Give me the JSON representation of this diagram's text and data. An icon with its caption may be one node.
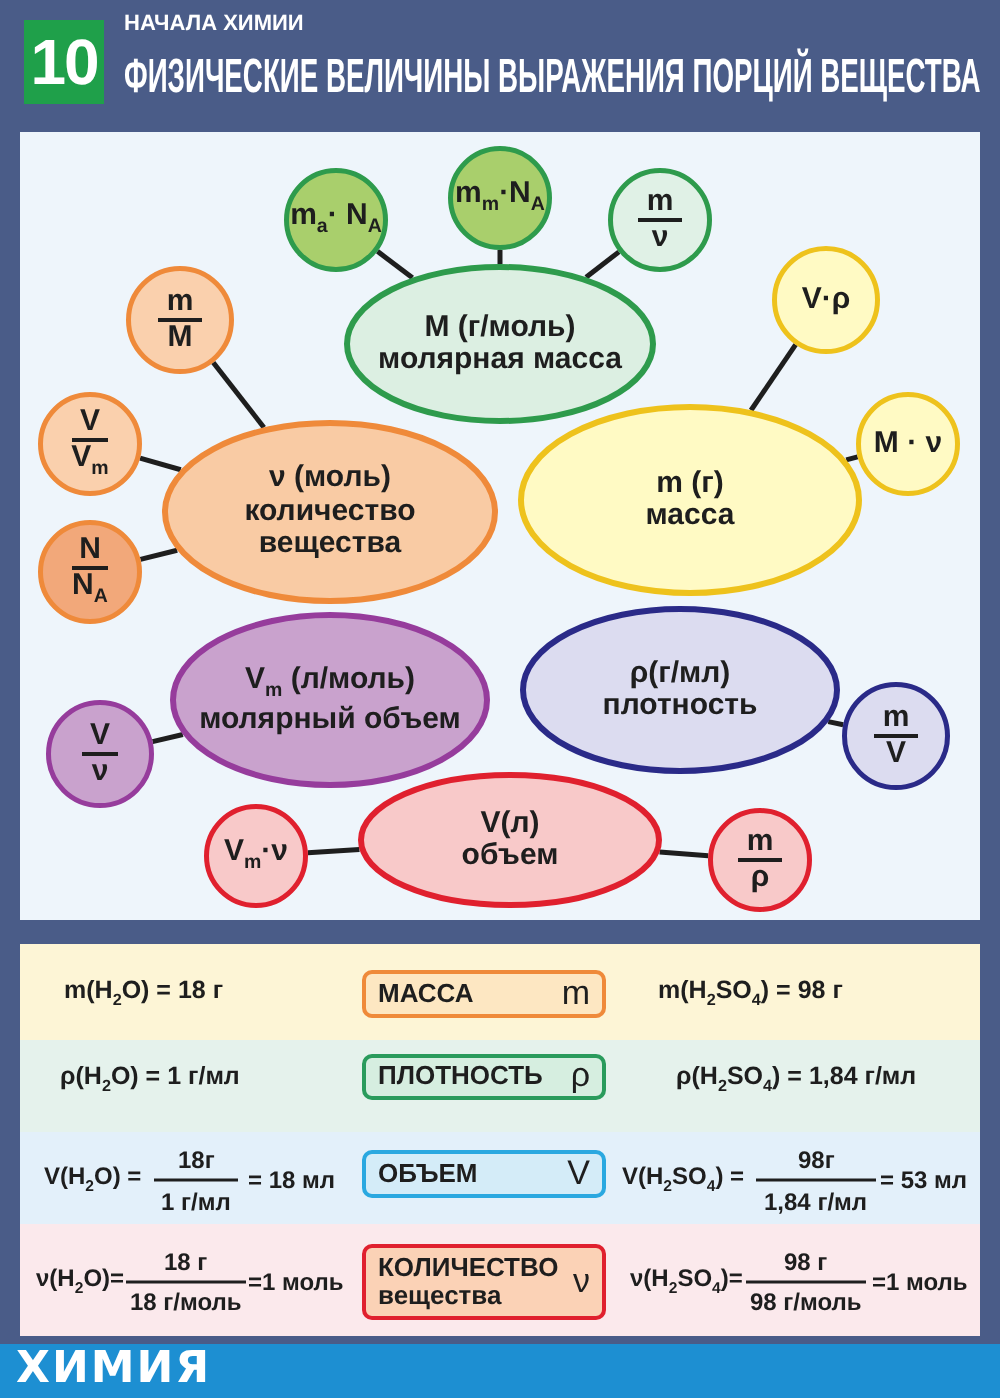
{
  "diagram": {
    "title": "ФИЗИЧЕСКИЕ ВЕЛИЧИНЫ ВЫРАЖЕНИЯ ПОРЦИЙ ВЕЩЕСТВА",
    "nodes": [
      {
        "text": [
          "m$_{a}$· N$_{A}$"
        ]
      },
      {
        "text": [
          "m$_{m}$·N$_{A}$"
        ]
      },
      {
        "text": [
          "m",
          "ν"
        ]
      },
      {
        "text": [
          "M (г/моль)",
          "молярная масса"
        ]
      },
      {
        "text": [
          "m",
          "M"
        ]
      },
      {
        "text": [
          "V·ρ"
        ]
      },
      {
        "text": [
          "V",
          "V$_{m}$"
        ]
      },
      {
        "text": [
          "ν  (моль)",
          "количество вещества"
        ]
      },
      {
        "text": [
          "M · ν"
        ]
      },
      {
        "text": [
          "m (г)",
          "масса"
        ]
      },
      {
        "text": [
          "N",
          "N$_{A}$"
        ]
      },
      {
        "text": [
          "V$_{m}$ (л/моль)",
          "молярный объем"
        ]
      },
      {
        "text": [
          "ρ(г/мл)",
          "плотность"
        ]
      },
      {
        "text": [
          "V",
          "ν"
        ]
      },
      {
        "text": [
          "m",
          "V"
        ]
      },
      {
        "text": [
          "V(л)",
          "объем"
        ]
      },
      {
        "text": [
          "V$_{m}$·ν"
        ]
      },
      {
        "text": [
          "m",
          "ρ"
        ]
      },
      {
        "text": [
          "МАССА",
          "m"
        ]
      },
      {
        "text": [
          "ПЛОТНОСТЬ",
          "ρ"
        ]
      },
      {
        "text": [
          "ОБЪЕМ",
          "V"
        ]
      },
      {
        "text": [
          "КОЛИЧЕСТВО вещества",
          "ν"
        ]
      }
    ],
    "edges": [
      {
        "from": 3,
        "to": 0,
        "arrow": "none"
      },
      {
        "from": 3,
        "to": 1,
        "arrow": "none"
      },
      {
        "from": 3,
        "to": 2,
        "arrow": "none"
      },
      {
        "from": 7,
        "to": 4,
        "arrow": "none"
      },
      {
        "from": 7,
        "to": 6,
        "arrow": "none"
      },
      {
        "from": 7,
        "to": 10,
        "arrow": "none"
      },
      {
        "from": 9,
        "to": 5,
        "arrow": "none"
      },
      {
        "from": 9,
        "to": 8,
        "arrow": "none"
      },
      {
        "from": 11,
        "to": 13,
        "arrow": "none"
      },
      {
        "from": 12,
        "to": 14,
        "arrow": "none"
      },
      {
        "from": 15,
        "to": 16,
        "arrow": "none"
      },
      {
        "from": 15,
        "to": 17,
        "arrow": "none"
      }
    ],
    "labels": [
      "10",
      "НАЧАЛА ХИМИИ",
      "m(H$_{2}$O) = 18 г",
      "m(H$_{2}$SO$_{4}$) = 98 г",
      "ρ(H$_{2}$O) = 1 г/мл",
      "ρ(H$_{2}$SO$_{4}$) = 1,84 г/мл",
      "V(H$_{2}$O) =",
      "18г",
      "1 г/мл",
      "= 18 мл",
      "V(H$_{2}$SO$_{4}$) =",
      "98г",
      "1,84 г/мл",
      "= 53 мл",
      "ν(H$_{2}$O)=",
      "18 г",
      "18 г/моль",
      "=1 моль",
      "ν(H$_{2}$SO$_{4}$)=",
      "98 г",
      "98 г/моль",
      "=1 моль",
      "ХИМИЯ"
    ]
  }
}
